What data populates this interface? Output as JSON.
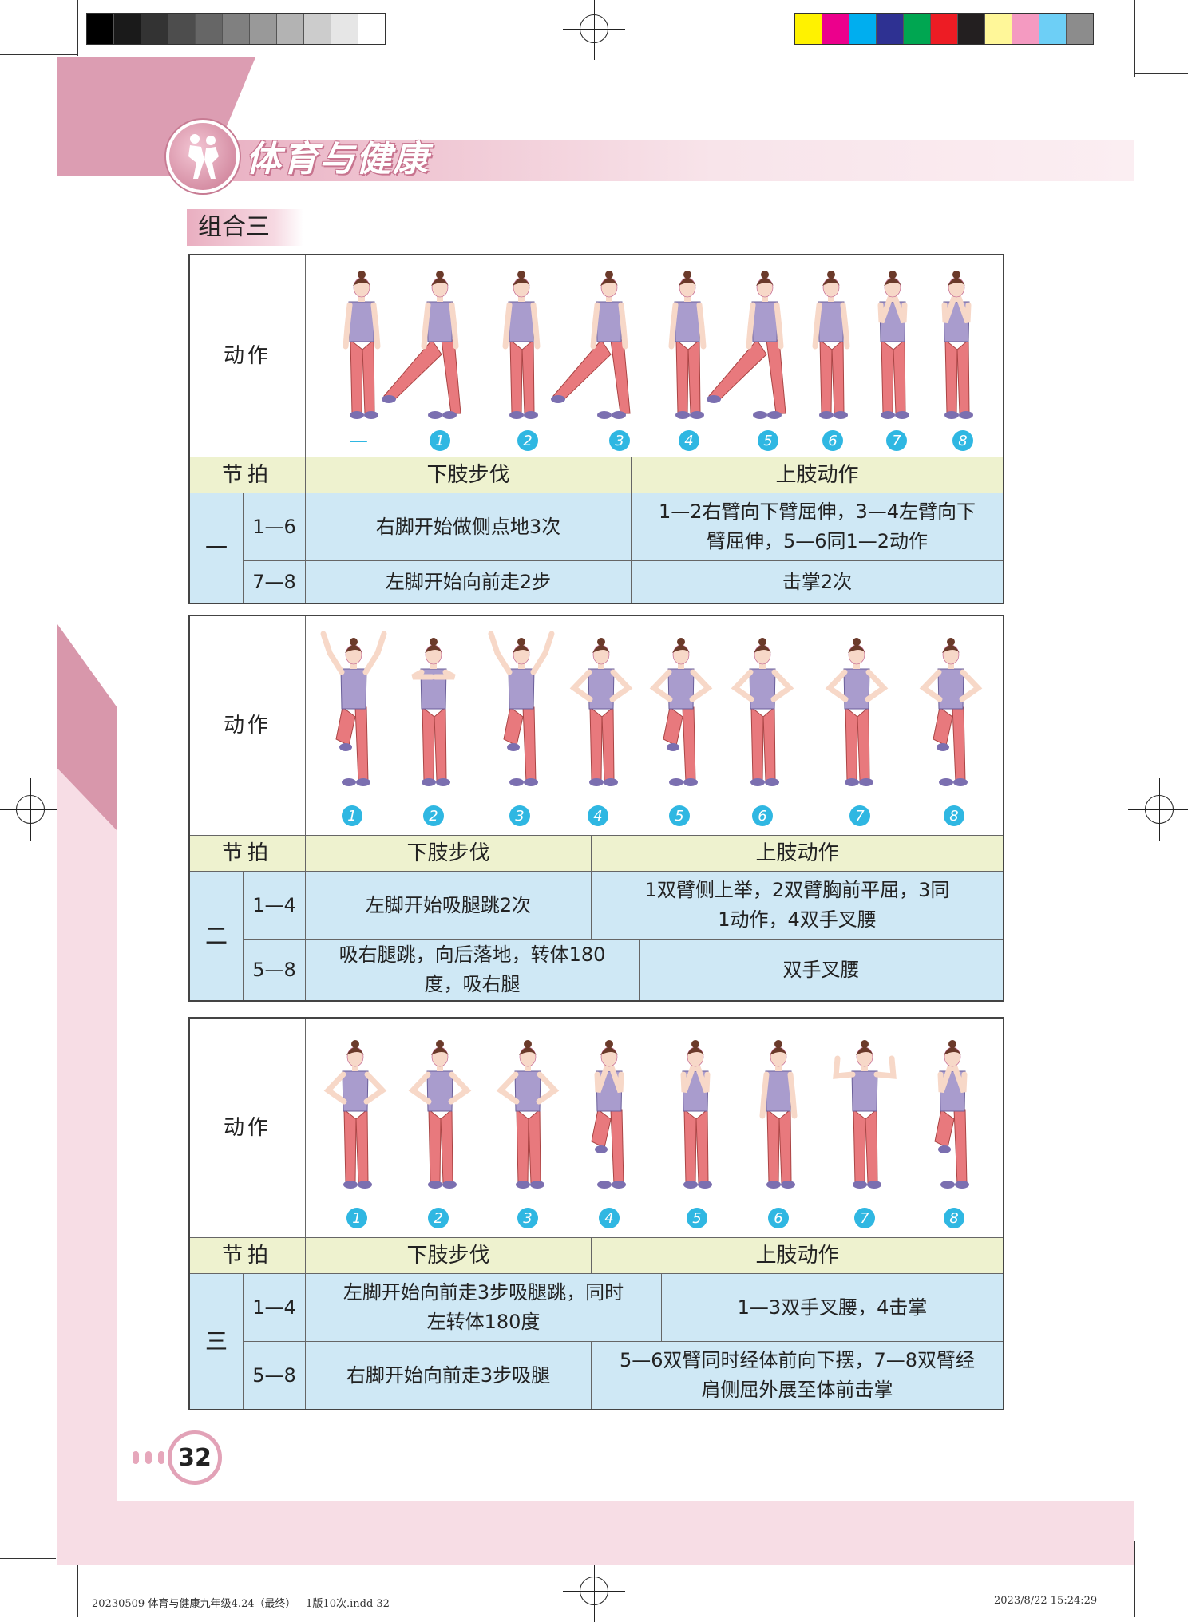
{
  "brand": {
    "title": "体育与健康"
  },
  "section_title": "组合三",
  "swatches": {
    "gray": [
      "#000000",
      "#1a1a1a",
      "#333333",
      "#4d4d4d",
      "#666666",
      "#808080",
      "#999999",
      "#b3b3b3",
      "#cccccc",
      "#e6e6e6",
      "#ffffff"
    ],
    "color": [
      "#fff200",
      "#ec008c",
      "#00aeef",
      "#2e3192",
      "#00a651",
      "#ed1c24",
      "#231f20",
      "#fff799",
      "#f49ac1",
      "#6dcff6",
      "#8c8c8c"
    ]
  },
  "colors": {
    "badge": "#2fb7e2",
    "shirt": "#a99ccd",
    "pants": "#e8797d",
    "skin": "#f7d8c8",
    "hair": "#6b3a2a",
    "shoe": "#7b6fb0"
  },
  "combos": [
    {
      "action_label": "动作",
      "dash": "—",
      "badges": [
        "1",
        "2",
        "3",
        "4",
        "5",
        "6",
        "7",
        "8"
      ],
      "header": {
        "beat": "节拍",
        "lower": "下肢步伐",
        "upper": "上肢动作"
      },
      "section": "一",
      "rows": [
        {
          "beat": "1—6",
          "lower": "右脚开始做侧点地3次",
          "upper": "1—2右臂向下臂屈伸，3—4左臂向下臂屈伸，5—6同1—2动作"
        },
        {
          "beat": "7—8",
          "lower": "左脚开始向前走2步",
          "upper": "击掌2次"
        }
      ]
    },
    {
      "action_label": "动作",
      "badges": [
        "1",
        "2",
        "3",
        "4",
        "5",
        "6",
        "7",
        "8"
      ],
      "header": {
        "beat": "节拍",
        "lower": "下肢步伐",
        "upper": "上肢动作"
      },
      "section": "二",
      "rows": [
        {
          "beat": "1—4",
          "lower": "左脚开始吸腿跳2次",
          "upper": "1双臂侧上举，2双臂胸前平屈，3同1动作，4双手叉腰"
        },
        {
          "beat": "5—8",
          "lower": "吸右腿跳，向后落地，转体180度，吸右腿",
          "upper": "双手叉腰"
        }
      ]
    },
    {
      "action_label": "动作",
      "badges": [
        "1",
        "2",
        "3",
        "4",
        "5",
        "6",
        "7",
        "8"
      ],
      "header": {
        "beat": "节拍",
        "lower": "下肢步伐",
        "upper": "上肢动作"
      },
      "section": "三",
      "rows": [
        {
          "beat": "1—4",
          "lower": "左脚开始向前走3步吸腿跳，同时左转体180度",
          "upper": "1—3双手叉腰，4击掌"
        },
        {
          "beat": "5—8",
          "lower": "右脚开始向前走3步吸腿",
          "upper": "5—6双臂同时经体前向下摆，7—8双臂经肩侧屈外展至体前击掌"
        }
      ]
    }
  ],
  "page_number": "32",
  "footer": {
    "file": "20230509-体育与健康九年级4.24（最终） - 1版10次.indd 32",
    "timestamp": "2023/8/22 15:24:29"
  }
}
